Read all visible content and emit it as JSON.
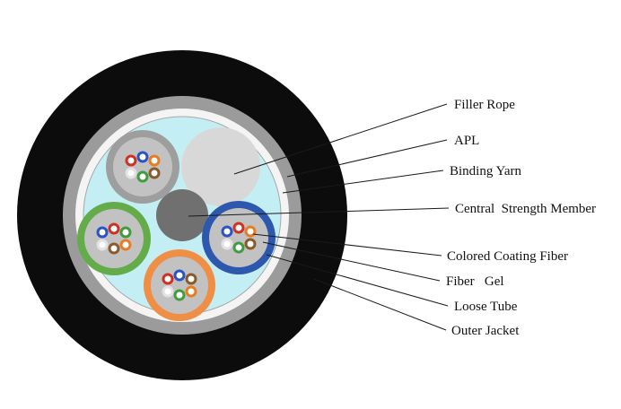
{
  "diagram": {
    "type": "fiber-optic-cable-cross-section",
    "labels": {
      "filler_rope": "Filler Rope",
      "apl": "APL",
      "binding_yarn": "Binding Yarn",
      "central_strength_member": "Central  Strength Member",
      "colored_coating_fiber": "Colored Coating Fiber",
      "fiber_gel": "Fiber   Gel",
      "loose_tube": "Loose Tube",
      "outer_jacket": "Outer Jacket"
    },
    "colors": {
      "outer_jacket": "#0c0c0c",
      "apl": "#9b9b9b",
      "binding_yarn": "#f4f4f4",
      "gel": "#c3eff4",
      "central_strength_member": "#707070",
      "filler_rope": "#d8d8d8",
      "tube_inner": "#c2c2c2",
      "tube_ring_gray": "#9e9e9e",
      "tube_ring_green": "#63ac49",
      "tube_ring_orange": "#ef8f45",
      "tube_ring_blue": "#2e57ae",
      "fiber_red": "#d03020",
      "fiber_blue": "#2b52c8",
      "fiber_orange": "#e87c22",
      "fiber_green": "#3f9d3f",
      "fiber_brown": "#8a5a2a",
      "fiber_white": "#e2e2e2",
      "leader_line": "#1a1a1a"
    }
  }
}
